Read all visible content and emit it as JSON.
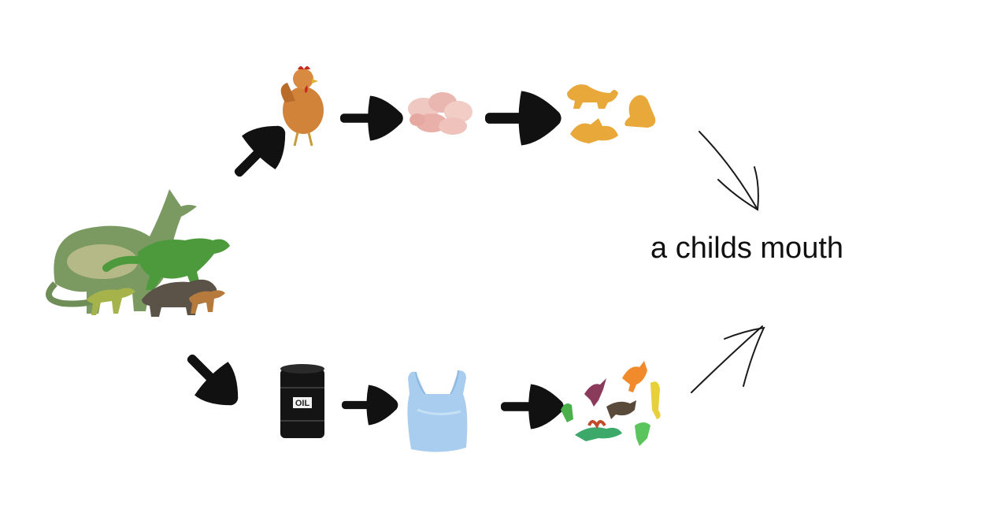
{
  "diagram": {
    "destination_label": "a childs mouth",
    "oil_barrel_label": "OIL",
    "top_path": [
      "dinosaurs",
      "chicken",
      "raw chicken",
      "dino nuggets"
    ],
    "bottom_path": [
      "dinosaurs",
      "oil barrel",
      "plastic bag",
      "toy dinosaurs"
    ]
  },
  "colors": {
    "arrow": "#111111",
    "sketch": "#1a1a1a",
    "nugget": "#e8a83a",
    "bag": "#a9cdee",
    "barrel": "#141414"
  },
  "icons": {
    "dinosaurs": "dinosaur-group-icon",
    "chicken": "chicken-icon",
    "raw_chicken": "raw-chicken-icon",
    "nuggets": "dino-nuggets-icon",
    "barrel": "oil-barrel-icon",
    "bag": "plastic-bag-icon",
    "toys": "toy-dinosaurs-icon"
  }
}
